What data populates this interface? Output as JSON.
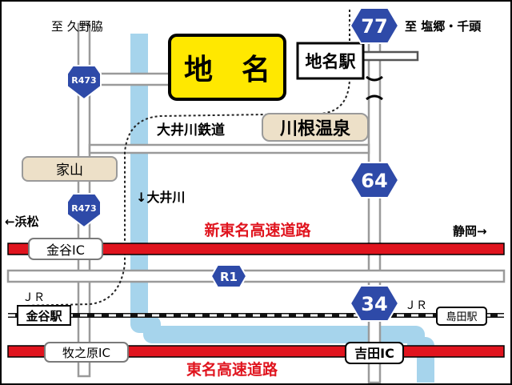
{
  "places": {
    "main_station": "地　名",
    "station_box": "地名駅",
    "onsen": "川根温泉",
    "ieyama": "家山",
    "kanaya_ic": "金谷IC",
    "kanaya_station": "金谷駅",
    "shimada_station": "島田駅",
    "makinohara_ic": "牧之原IC",
    "yoshida_ic": "吉田IC"
  },
  "labels": {
    "to_kunouwaki": "至 久野脇",
    "to_shiogo": "至 塩郷・千頭",
    "oigawa_railway": "大井川鉄道",
    "oigawa_river": "↓大井川",
    "to_hamamatsu": "←浜松",
    "to_shizuoka": "静岡→",
    "shin_tomei": "新東名高速道路",
    "tomei": "東名高速道路",
    "jr_left": "ＪＲ",
    "jr_right": "ＪＲ"
  },
  "route_shields": {
    "r473_top": "R473",
    "r473_mid": "R473",
    "r77": "77",
    "r64": "64",
    "r1": "R1",
    "r34": "34"
  },
  "colors": {
    "highway": "#e0141e",
    "river": "#a6d4ec",
    "road": "#9a9a9a",
    "shield": "#2e4aa8",
    "station_fill": "#ffe800",
    "place_fill": "#ede0c8",
    "highway_text": "#e0141e",
    "text": "#000000"
  }
}
